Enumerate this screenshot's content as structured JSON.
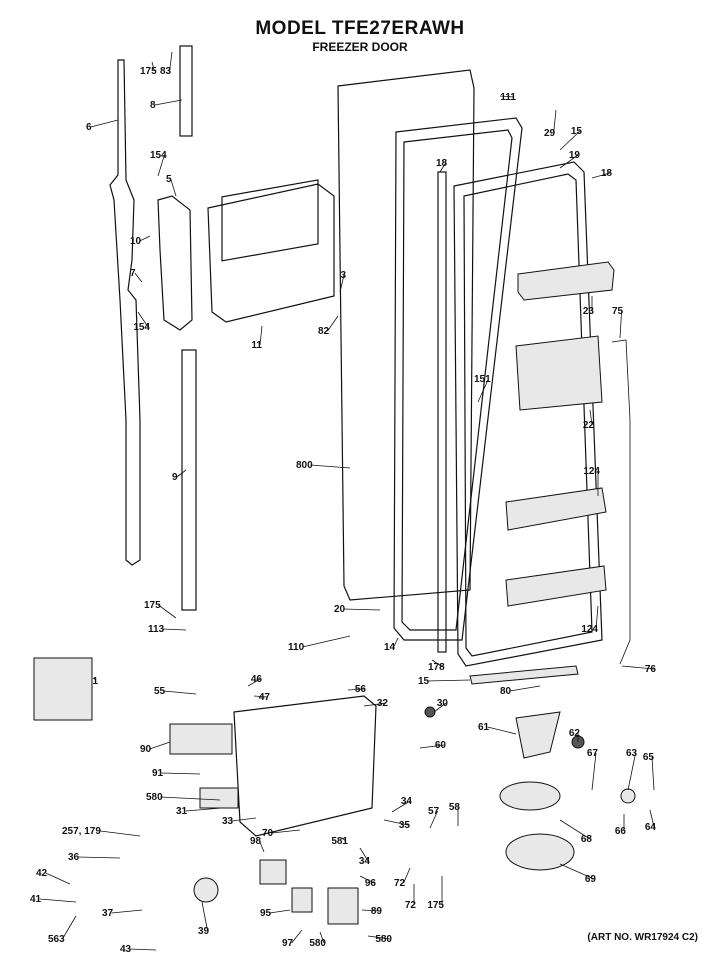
{
  "header": {
    "model_title": "MODEL TFE27ERAWH",
    "subtitle": "FREEZER DOOR"
  },
  "art_number": "(ART NO. WR17924 C2)",
  "part_labels": [
    "175",
    "83",
    "6",
    "8",
    "154",
    "5",
    "10",
    "7",
    "154",
    "11",
    "3",
    "82",
    "111",
    "29",
    "15",
    "19",
    "18",
    "18",
    "23",
    "75",
    "151",
    "22",
    "800",
    "124",
    "9",
    "124",
    "175",
    "113",
    "20",
    "110",
    "14",
    "178",
    "15",
    "80",
    "76",
    "1",
    "55",
    "46",
    "47",
    "56",
    "32",
    "30",
    "90",
    "61",
    "62",
    "67",
    "63",
    "65",
    "60",
    "91",
    "580",
    "31",
    "33",
    "34",
    "35",
    "57",
    "58",
    "68",
    "66",
    "64",
    "257, 179",
    "36",
    "98",
    "70",
    "581",
    "34",
    "42",
    "96",
    "72",
    "41",
    "37",
    "39",
    "72",
    "175",
    "69",
    "563",
    "95",
    "89",
    "43",
    "97",
    "580",
    "580"
  ]
}
